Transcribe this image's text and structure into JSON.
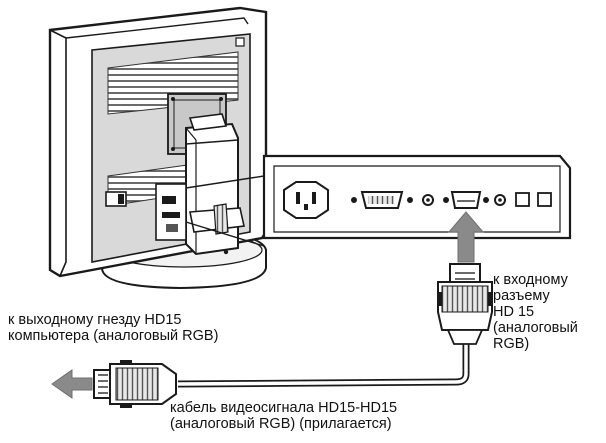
{
  "labels": {
    "computer_output": {
      "line1": "к выходному гнезду HD15",
      "line2": "компьютера (аналоговый RGB)"
    },
    "monitor_input": {
      "line1": "к входному",
      "line2": "разъему",
      "line3": "HD 15",
      "line4": "(аналоговый",
      "line5": "RGB)"
    },
    "cable": {
      "line1": "кабель видеосигнала HD15-HD15",
      "line2": "(аналоговый RGB) (прилагается)"
    }
  },
  "colors": {
    "line": "#1a1a1a",
    "body": "#ffffff",
    "shade": "#8c8c8c",
    "arrow": "#8a8a8a"
  }
}
